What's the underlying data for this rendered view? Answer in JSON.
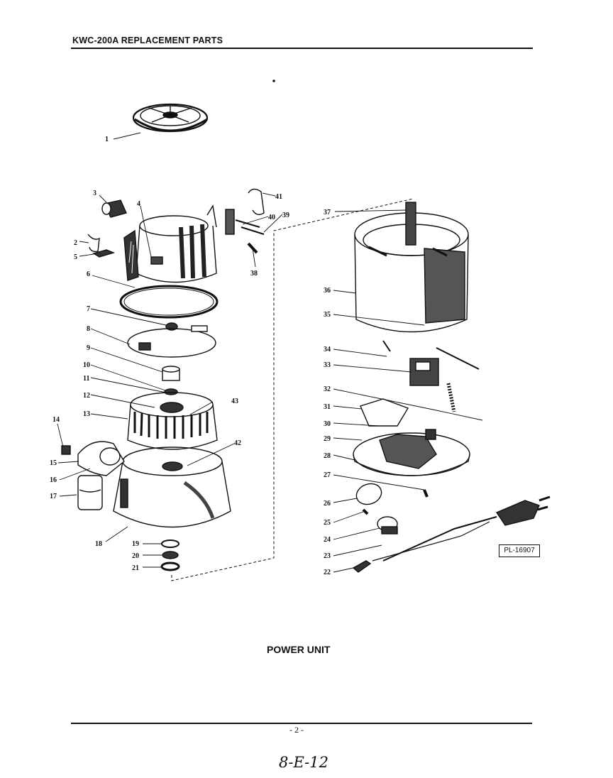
{
  "header": {
    "title": "KWC-200A REPLACEMENT PARTS"
  },
  "diagram": {
    "title": "POWER UNIT",
    "reference": "PL-16907",
    "callouts": [
      "1",
      "2",
      "3",
      "4",
      "5",
      "6",
      "7",
      "8",
      "9",
      "10",
      "11",
      "12",
      "13",
      "14",
      "15",
      "16",
      "17",
      "18",
      "19",
      "20",
      "21",
      "22",
      "23",
      "24",
      "25",
      "26",
      "27",
      "28",
      "29",
      "30",
      "31",
      "32",
      "33",
      "34",
      "35",
      "36",
      "37",
      "38",
      "39",
      "40",
      "41",
      "42",
      "43"
    ]
  },
  "footer": {
    "page_number": "- 2 -",
    "handwritten_note": "8-E-12"
  }
}
